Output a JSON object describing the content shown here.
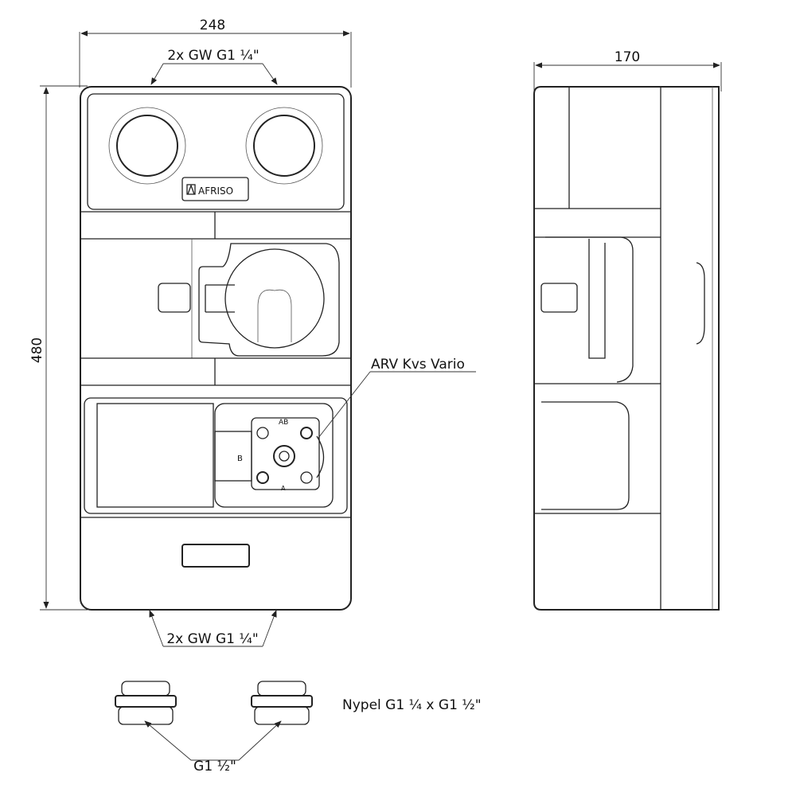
{
  "dimensions": {
    "width": "248",
    "depth": "170",
    "height": "480"
  },
  "labels": {
    "top_connections": "2x GW G1 ¼\"",
    "bottom_connections": "2x GW G1 ¼\"",
    "valve": "ARV Kvs Vario",
    "nipple": "Nypel G1 ¼ x G1 ½\"",
    "nipple_thread": "G1 ½\""
  },
  "logo": "AFRISO",
  "valve_marks": {
    "ab": "AB",
    "b": "B",
    "a": "A"
  }
}
